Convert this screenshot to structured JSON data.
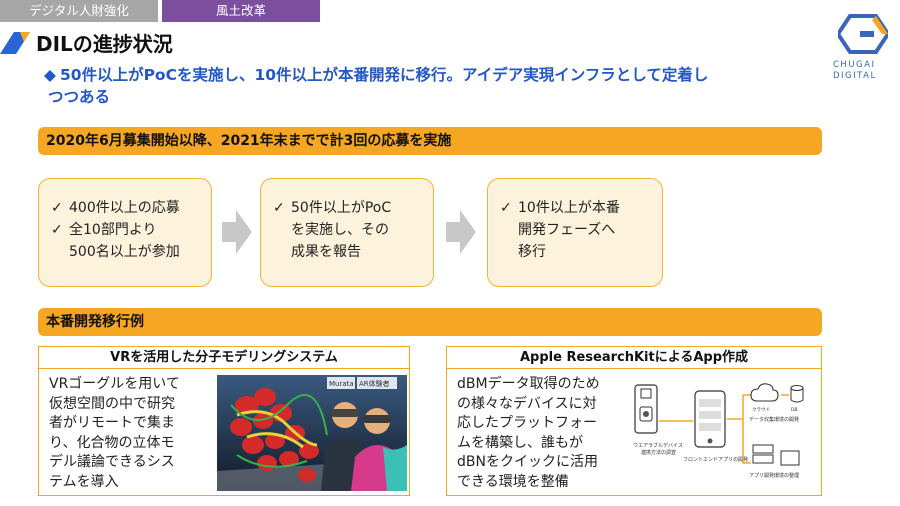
{
  "tabs": [
    {
      "label": "デジタル人財強化"
    },
    {
      "label": "風土改革"
    }
  ],
  "page_title": "DILの進捗状況",
  "logo": {
    "text_line1": "CHUGAI",
    "text_line2": "DIGITAL",
    "icon": "chugai-digital-logo-icon"
  },
  "headline": {
    "bullet": "◆",
    "line1": "50件以上がPoCを実施し、10件以上が本番開発に移行。アイデア実現インフラとして定着し",
    "line2": "つつある"
  },
  "section1": {
    "title": "2020年6月募集開始以降、2021年末までで計3回の応募を実施",
    "steps": [
      {
        "lines": [
          {
            "check": true,
            "text": "400件以上の応募"
          },
          {
            "check": true,
            "text": "全10部門より"
          },
          {
            "check": false,
            "text": "500名以上が参加"
          }
        ]
      },
      {
        "lines": [
          {
            "check": true,
            "text": "50件以上がPoC"
          },
          {
            "check": false,
            "text": "を実施し、その"
          },
          {
            "check": false,
            "text": "成果を報告"
          }
        ]
      },
      {
        "lines": [
          {
            "check": true,
            "text": "10件以上が本番"
          },
          {
            "check": false,
            "text": "開発フェーズへ"
          },
          {
            "check": false,
            "text": "移行"
          }
        ]
      }
    ],
    "check_mark": "✓"
  },
  "section2": {
    "title": "本番開発移行例",
    "cases": [
      {
        "title": "VRを活用した分子モデリングシステム",
        "lines": [
          "VRゴーグルを用いて",
          "仮想空間の中で研究",
          "者がリモートで集ま",
          "り、化合物の立体モ",
          "デル議論できるシス",
          "テムを導入"
        ],
        "image_labels": [
          "Murata",
          "AR体験者"
        ]
      },
      {
        "title": "Apple ResearchKitによるApp作成",
        "lines": [
          "dBMデータ取得のため",
          "の様々なデバイスに対",
          "応したプラットフォー",
          "ムを構築し、誰もが",
          "dBNをクイックに活用",
          "できる環境を整備"
        ],
        "diagram_labels": [
          "ウエアラブルデバイス",
          "連携方法の調査",
          "フロントエンドアプリの開発",
          "データ収集環境の開発",
          "アプリ開発環境の整理",
          "クラウド",
          "DB"
        ]
      }
    ]
  },
  "colors": {
    "accent_orange": "#f5a623",
    "headline_blue": "#2457c6",
    "tab_purple": "#7b4f9e",
    "tab_gray": "#a6a6a6",
    "box_fill": "#fdf3dc"
  }
}
